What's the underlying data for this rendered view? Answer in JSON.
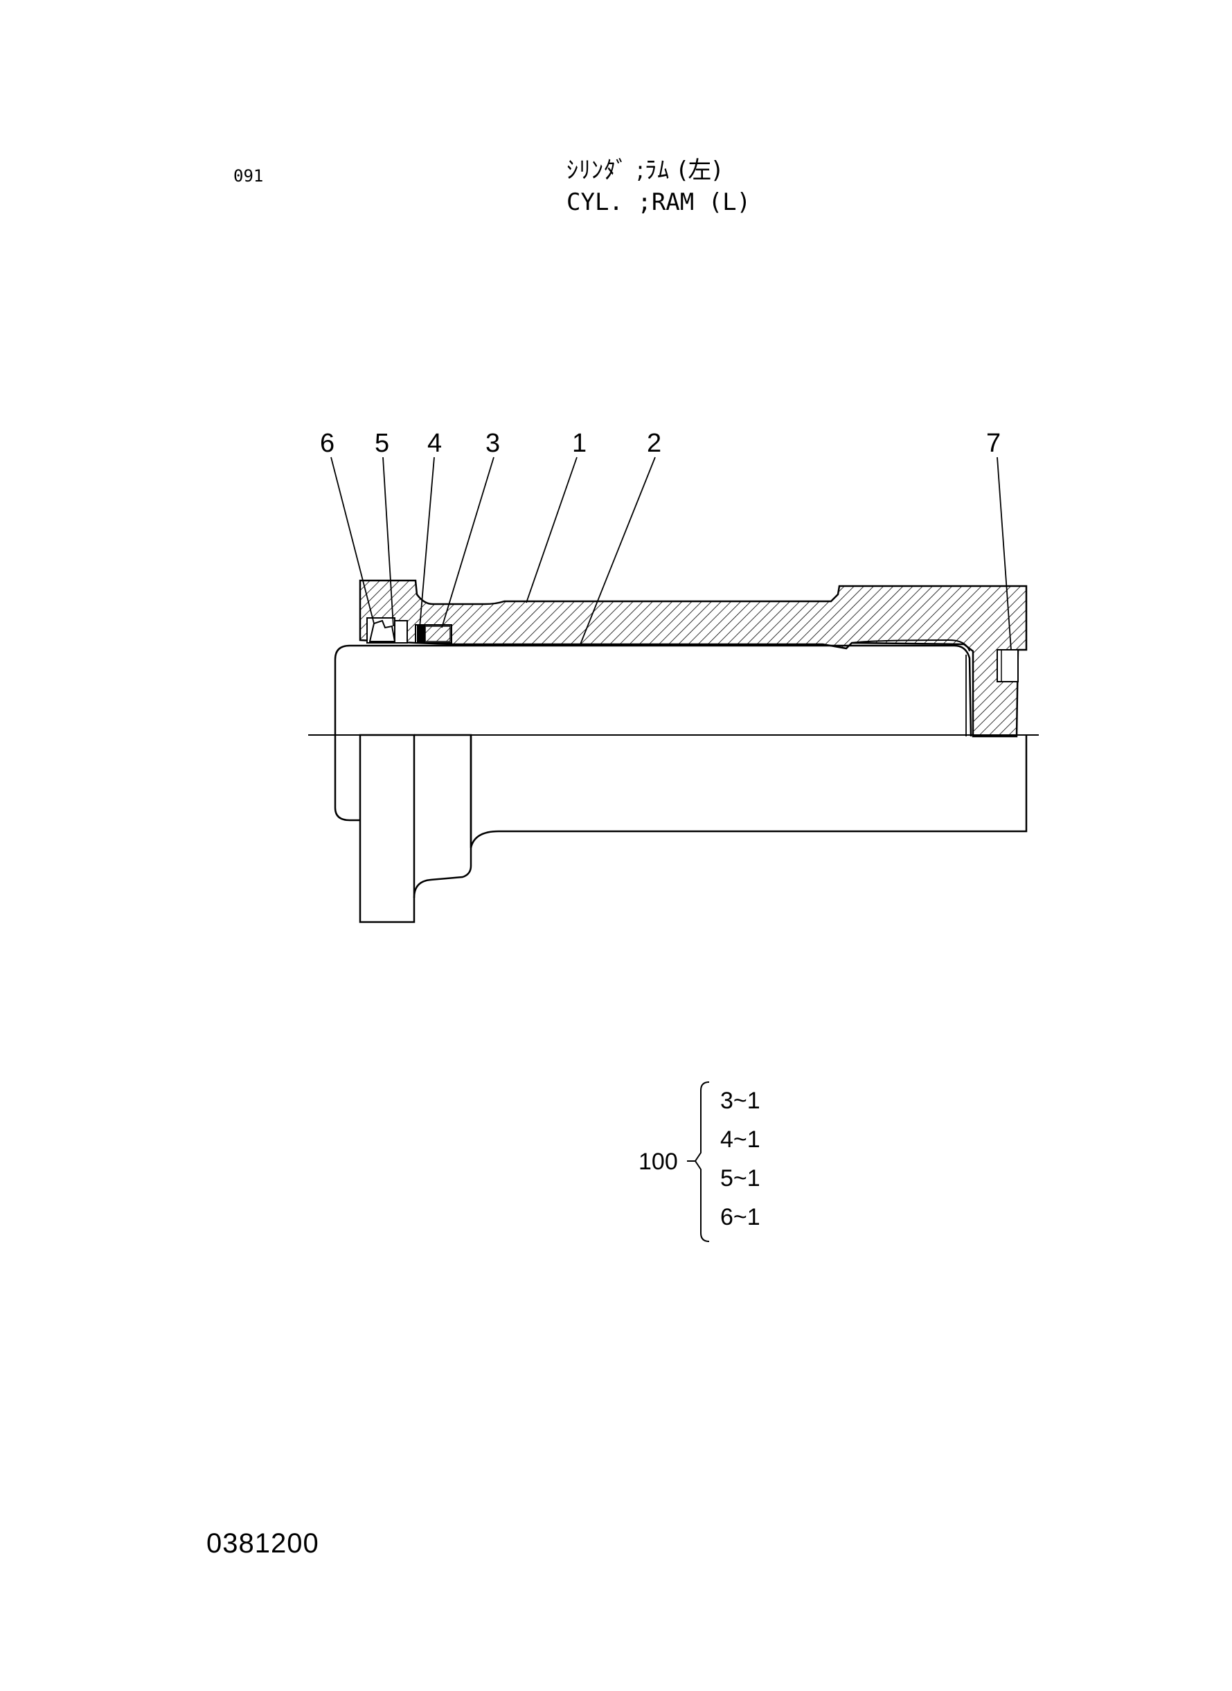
{
  "page_number": "091",
  "title_jp": "ｼﾘﾝﾀﾞ ;ﾗﾑ (左)",
  "title_en": "CYL. ;RAM (L)",
  "callouts": [
    "6",
    "5",
    "4",
    "3",
    "1",
    "2",
    "7"
  ],
  "kit": {
    "number": "100",
    "items": [
      "3~1",
      "4~1",
      "5~1",
      "6~1"
    ]
  },
  "document_code": "0381200"
}
